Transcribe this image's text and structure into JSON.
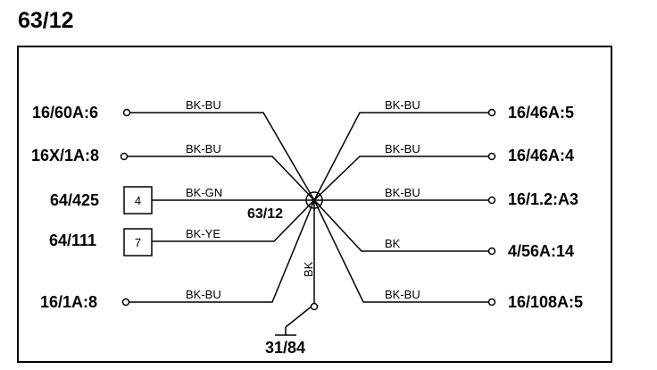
{
  "page_title": "63/12",
  "splice": {
    "label": "63/12"
  },
  "left_connections": [
    {
      "terminal": "16/60A:6",
      "wire": "BK-BU"
    },
    {
      "terminal": "16X/1A:8",
      "wire": "BK-BU"
    },
    {
      "terminal": "64/425",
      "pin": "4",
      "wire": "BK-GN"
    },
    {
      "terminal": "64/111",
      "pin": "7",
      "wire": "BK-YE"
    },
    {
      "terminal": "16/1A:8",
      "wire": "BK-BU"
    }
  ],
  "right_connections": [
    {
      "terminal": "16/46A:5",
      "wire": "BK-BU"
    },
    {
      "terminal": "16/46A:4",
      "wire": "BK-BU"
    },
    {
      "terminal": "16/1.2:A3",
      "wire": "BK-BU"
    },
    {
      "terminal": "4/56A:14",
      "wire": "BK"
    },
    {
      "terminal": "16/108A:5",
      "wire": "BK-BU"
    }
  ],
  "ground": {
    "terminal": "31/84",
    "wire": "BK"
  }
}
